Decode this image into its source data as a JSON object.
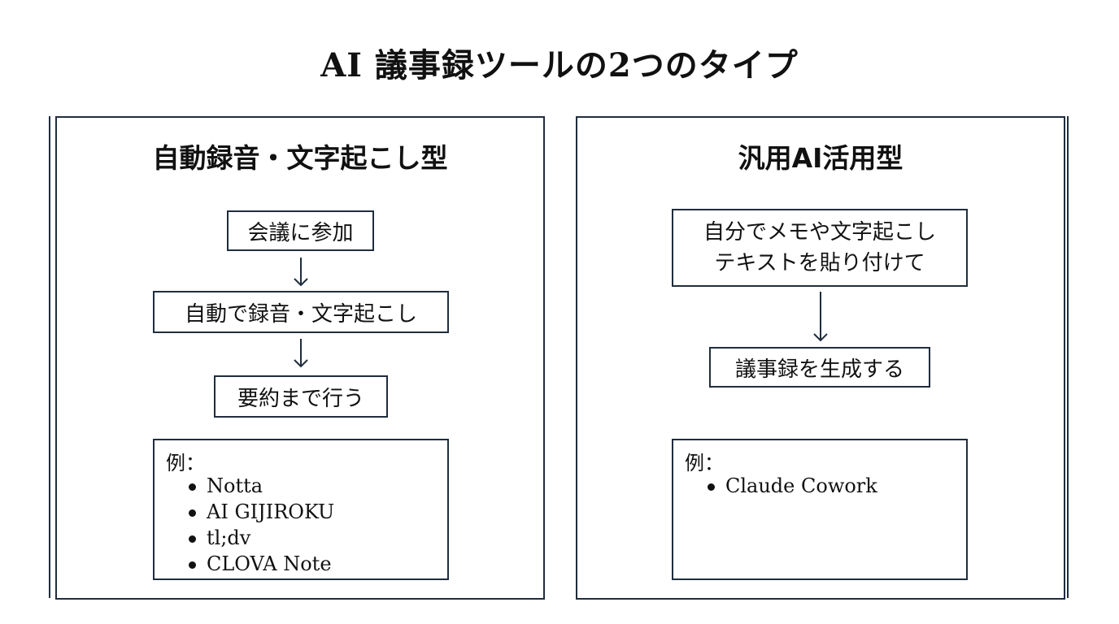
{
  "title": "AI 議事録ツールの2つのタイプ",
  "left_panel": {
    "heading": "自動録音・文字起こし型",
    "steps": [
      "会議に参加",
      "自動で録音・文字起こし",
      "要約まで行う"
    ],
    "example_label": "例：",
    "examples": [
      "Notta",
      "AI GIJIROKU",
      "tl;dv",
      "CLOVA Note"
    ]
  },
  "right_panel": {
    "heading": "汎用AI活用型",
    "steps": [
      "自分でメモや文字起こし\nテキストを貼り付けて",
      "議事録を生成する"
    ],
    "example_label": "例：",
    "examples": [
      "Claude Cowork"
    ]
  },
  "colors": {
    "accent": "#c77b16",
    "border": "#1f2d3d",
    "text": "#111111"
  }
}
